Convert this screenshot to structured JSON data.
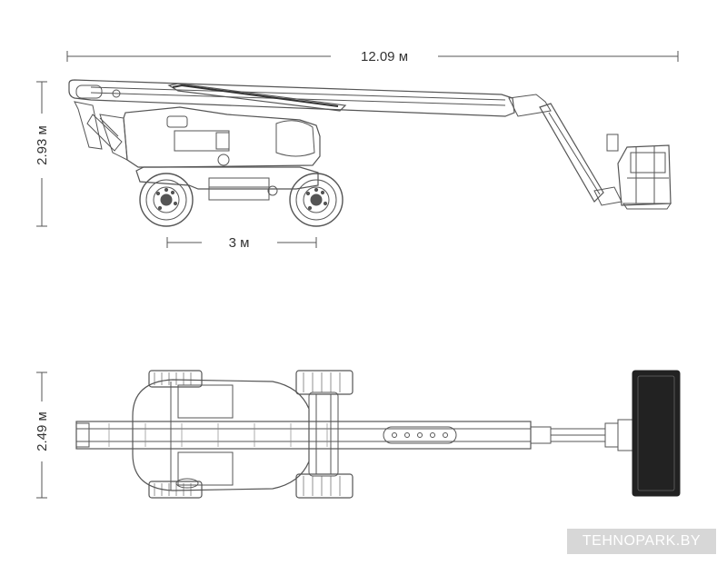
{
  "dimensions": {
    "overall_length": "12.09 м",
    "height": "2.93 м",
    "wheelbase": "3 м",
    "width": "2.49 м"
  },
  "watermark": "TEHNOPARK.BY",
  "colors": {
    "line": "#555555",
    "text": "#333333",
    "watermark_bg": "#d7d7d7",
    "watermark_text": "#ffffff",
    "platform_fill": "#222222"
  }
}
